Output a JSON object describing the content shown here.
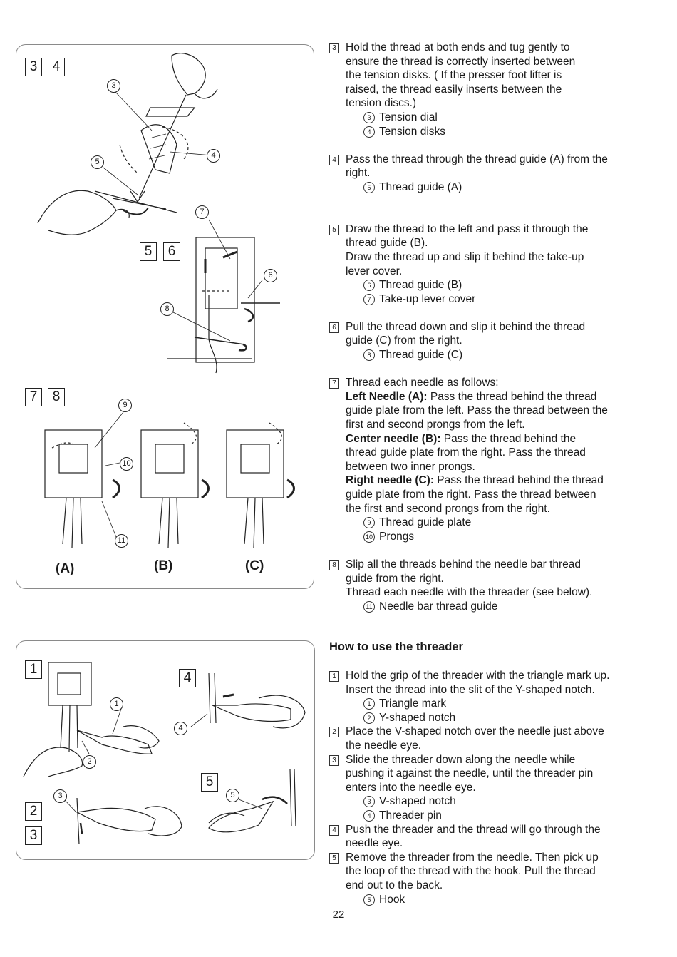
{
  "figure_top": {
    "step_boxes": [
      "3",
      "4",
      "5",
      "6",
      "7",
      "8"
    ],
    "callouts": [
      "3",
      "4",
      "5",
      "7",
      "6",
      "8",
      "9",
      "10",
      "11"
    ],
    "variant_labels": [
      "(A)",
      "(B)",
      "(C)"
    ]
  },
  "figure_bottom": {
    "step_boxes": [
      "1",
      "4",
      "5",
      "2",
      "3"
    ],
    "callouts": [
      "1",
      "2",
      "4",
      "3",
      "5"
    ]
  },
  "steps_top": [
    {
      "num": "3",
      "lines": [
        "Hold the thread at both ends and tug gently to",
        "ensure the thread is correctly inserted between",
        "the tension disks. ( If the presser foot lifter is",
        "raised, the thread easily inserts between the",
        "tension discs.)"
      ],
      "parts": [
        {
          "num": "3",
          "label": "Tension dial"
        },
        {
          "num": "4",
          "label": "Tension disks"
        }
      ]
    },
    {
      "num": "4",
      "lines": [
        "Pass the thread through the thread guide (A) from the",
        "right."
      ],
      "parts": [
        {
          "num": "5",
          "label": "Thread guide (A)"
        }
      ]
    },
    {
      "num": "5",
      "lines": [
        "Draw the thread to the left and pass it through the",
        "thread guide (B).",
        "Draw the thread up and slip it behind the take-up",
        "lever cover."
      ],
      "parts": [
        {
          "num": "6",
          "label": "Thread guide (B)"
        },
        {
          "num": "7",
          "label": "Take-up lever cover"
        }
      ]
    },
    {
      "num": "6",
      "lines": [
        "Pull the thread down and slip it behind the thread",
        "guide (C) from the right."
      ],
      "parts": [
        {
          "num": "8",
          "label": "Thread guide (C)"
        }
      ]
    },
    {
      "num": "7",
      "intro": "Thread each needle as follows:",
      "left_head": "Left Needle (A):",
      "left_text": [
        " Pass the thread behind the thread",
        "guide plate from the left. Pass the thread between the",
        "first and second prongs from the left."
      ],
      "center_head": "Center needle (B):",
      "center_text": [
        " Pass the thread behind the",
        "thread guide plate from the right. Pass the thread",
        "between two inner prongs."
      ],
      "right_head": "Right needle (C):",
      "right_text": [
        " Pass the thread behind the thread",
        "guide plate from the right. Pass the thread between",
        "the first and second prongs from the right."
      ],
      "parts": [
        {
          "num": "9",
          "label": "Thread guide plate"
        },
        {
          "num": "10",
          "label": "Prongs"
        }
      ]
    },
    {
      "num": "8",
      "lines": [
        "Slip all the threads behind the needle bar thread",
        "guide from the right.",
        "Thread each needle with the threader (see below)."
      ],
      "parts": [
        {
          "num": "11",
          "label": "Needle bar thread guide"
        }
      ]
    }
  ],
  "threader": {
    "heading": "How to use the threader",
    "steps": [
      {
        "num": "1",
        "lines": [
          "Hold the grip of the threader with the triangle mark up.",
          "Insert the thread into the slit of the Y-shaped notch."
        ],
        "parts": [
          {
            "num": "1",
            "label": "Triangle mark"
          },
          {
            "num": "2",
            "label": "Y-shaped notch"
          }
        ]
      },
      {
        "num": "2",
        "lines": [
          "Place the V-shaped notch over the needle just above",
          "the needle eye."
        ],
        "parts": []
      },
      {
        "num": "3",
        "lines": [
          "Slide the threader down along the needle while",
          "pushing it against the needle, until the threader pin",
          "enters into the needle eye."
        ],
        "parts": [
          {
            "num": "3",
            "label": "V-shaped notch"
          },
          {
            "num": "4",
            "label": "Threader pin"
          }
        ]
      },
      {
        "num": "4",
        "lines": [
          "Push the threader and the thread will go through the",
          "needle eye."
        ],
        "parts": []
      },
      {
        "num": "5",
        "lines": [
          "Remove the threader from the needle. Then pick up",
          "the loop of the thread with the hook. Pull the thread",
          "end out to the back."
        ],
        "parts": [
          {
            "num": "5",
            "label": "Hook"
          }
        ]
      }
    ]
  },
  "page_number": "22"
}
